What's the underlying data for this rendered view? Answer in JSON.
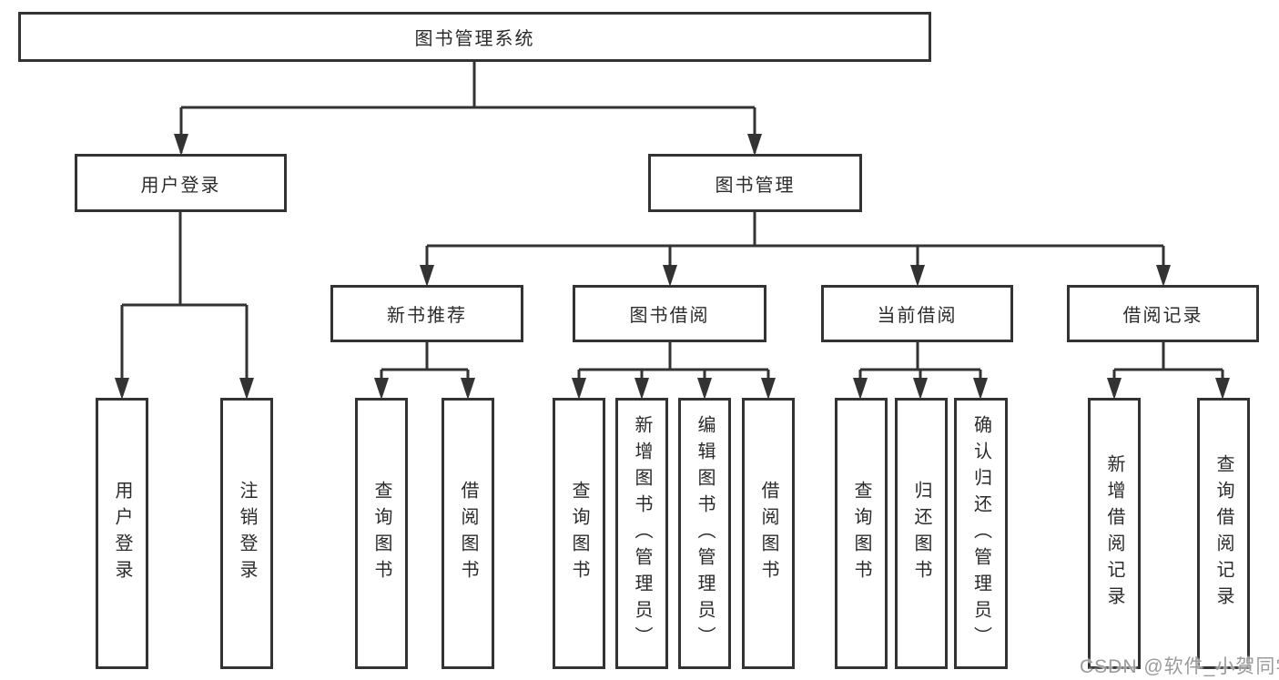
{
  "tree": {
    "root": "图书管理系统",
    "level2": [
      "用户登录",
      "图书管理"
    ],
    "level3": [
      "新书推荐",
      "图书借阅",
      "当前借阅",
      "借阅记录"
    ],
    "leafGroups": [
      {
        "parent": "用户登录",
        "items": [
          "用户登录",
          "注销登录"
        ]
      },
      {
        "parent": "新书推荐",
        "items": [
          "查询图书",
          "借阅图书"
        ]
      },
      {
        "parent": "图书借阅",
        "items": [
          "查询图书",
          "新增图书（管理员）",
          "编辑图书（管理员）",
          "借阅图书"
        ]
      },
      {
        "parent": "当前借阅",
        "items": [
          "查询图书",
          "归还图书",
          "确认归还（管理员）"
        ]
      },
      {
        "parent": "借阅记录",
        "items": [
          "新增借阅记录",
          "查询借阅记录"
        ]
      }
    ]
  },
  "watermark": "CSDN @软件_小贺同学",
  "colors": {
    "line": "#333333",
    "box_border": "#333333",
    "text": "#2b2b2b",
    "background": "#ffffff",
    "watermark": "#9b9b9b"
  }
}
